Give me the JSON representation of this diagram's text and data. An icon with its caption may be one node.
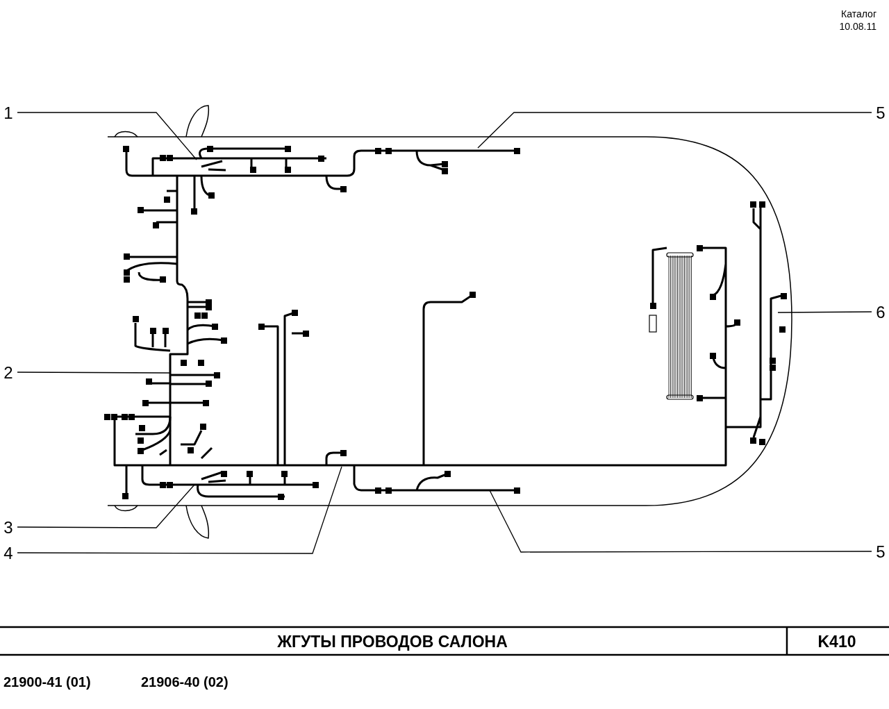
{
  "diagram": {
    "title": "ЖГУТЫ ПРОВОДОВ САЛОНА",
    "nodes": [
      {
        "text": [
          "1"
        ]
      },
      {
        "text": [
          "2"
        ]
      },
      {
        "text": [
          "3"
        ]
      },
      {
        "text": [
          "4"
        ]
      },
      {
        "text": [
          "5"
        ]
      },
      {
        "text": [
          "6"
        ]
      },
      {
        "text": [
          "5"
        ]
      }
    ],
    "edges": [
      {
        "from": 0,
        "to": null,
        "arrow": "none"
      },
      {
        "from": 1,
        "to": null,
        "arrow": "none"
      },
      {
        "from": 2,
        "to": null,
        "arrow": "none"
      },
      {
        "from": 3,
        "to": null,
        "arrow": "none"
      },
      {
        "from": 4,
        "to": null,
        "arrow": "none"
      },
      {
        "from": 5,
        "to": null,
        "arrow": "none"
      },
      {
        "from": 6,
        "to": null,
        "arrow": "none"
      }
    ],
    "labels": [
      "Каталог",
      "10.08.11",
      "K410",
      "21900-41 (01)",
      "21906-40 (02)"
    ]
  }
}
